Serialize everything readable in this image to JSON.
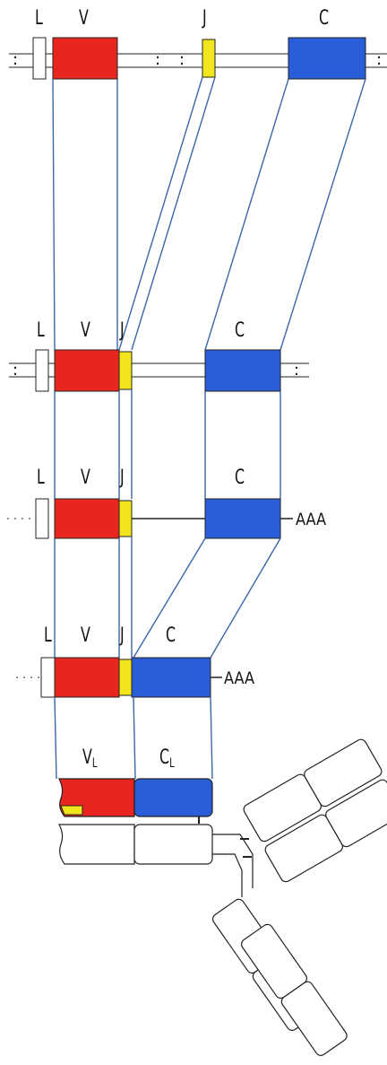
{
  "rows": [
    {
      "id": "germline",
      "labels": {
        "l": "L",
        "v": "V",
        "j": "J",
        "c": "C"
      }
    },
    {
      "id": "rearranged",
      "labels": {
        "l": "L",
        "v": "V",
        "j": "J",
        "c": "C"
      }
    },
    {
      "id": "primary-transcript",
      "labels": {
        "l": "L",
        "v": "V",
        "j": "J",
        "c": "C"
      },
      "tail": "AAA"
    },
    {
      "id": "mrna",
      "labels": {
        "l": "L",
        "v": "V",
        "j": "J",
        "c": "C"
      },
      "tail": "AAA"
    }
  ],
  "protein": {
    "v_label": "V",
    "v_sub": "L",
    "c_label": "C",
    "c_sub": "L"
  },
  "colors": {
    "v": "#e8251f",
    "j": "#f2e51c",
    "c": "#2a5ed8",
    "line": "#3a66a8",
    "outline": "#222222"
  }
}
